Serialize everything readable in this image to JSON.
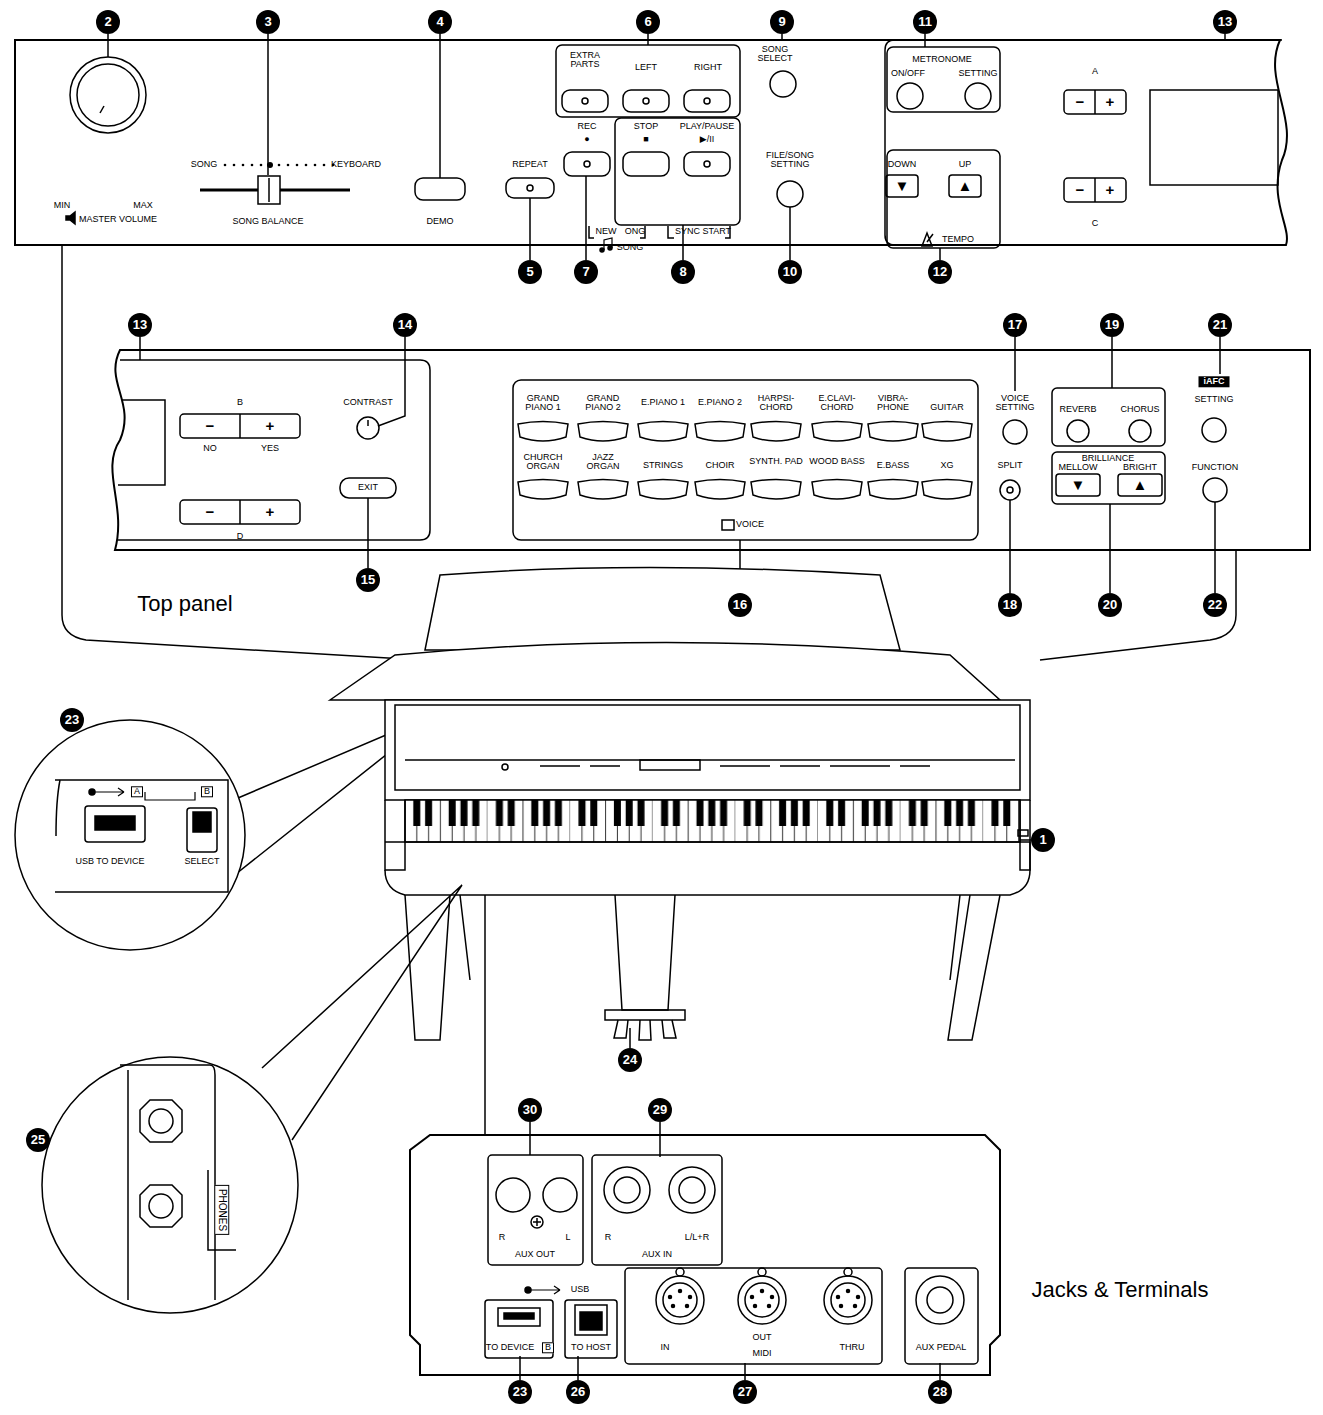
{
  "diagram": {
    "labels": [
      "2",
      "3",
      "4",
      "6",
      "9",
      "11",
      "13",
      "EXTRA PARTS",
      "LEFT",
      "RIGHT",
      "SONG SELECT",
      "METRONOME",
      "ON/OFF",
      "SETTING",
      "A",
      "−",
      "+",
      "−",
      "+",
      "C",
      "SONG",
      "KEYBOARD",
      "MIN",
      "MAX",
      "MASTER VOLUME",
      "SONG BALANCE",
      "DEMO",
      "REPEAT",
      "REC",
      "●",
      "STOP",
      "■",
      "PLAY/PAUSE",
      "▶/II",
      "FILE/SONG SETTING",
      "NEW",
      "SONG",
      "ONG",
      "SYNC START",
      "DOWN",
      "UP",
      "▼",
      "▲",
      "TEMPO",
      "5",
      "7",
      "8",
      "10",
      "12",
      "13",
      "14",
      "17",
      "19",
      "21",
      "B",
      "−",
      "+",
      "NO",
      "YES",
      "−",
      "+",
      "D",
      "CONTRAST",
      "EXIT",
      "GRAND PIANO 1",
      "GRAND PIANO 2",
      "E.PIANO 1",
      "E.PIANO 2",
      "HARPSI-CHORD",
      "E.CLAVI-CHORD",
      "VIBRA-PHONE",
      "GUITAR",
      "CHURCH ORGAN",
      "JAZZ ORGAN",
      "STRINGS",
      "CHOIR",
      "SYNTH. PAD",
      "WOOD BASS",
      "E.BASS",
      "XG",
      "VOICE",
      "VOICE SETTING",
      "SPLIT",
      "REVERB",
      "CHORUS",
      "BRILLIANCE",
      "MELLOW",
      "BRIGHT",
      "▼",
      "▲",
      "iAFC",
      "SETTING",
      "FUNCTION",
      "15",
      "16",
      "18",
      "20",
      "22",
      "Top panel",
      "1",
      "23",
      "A",
      "B",
      "SELECT",
      "USB TO DEVICE",
      "24",
      "25",
      "PHONES",
      "30",
      "29",
      "R",
      "L",
      "AUX OUT",
      "R",
      "L/L+R",
      "AUX IN",
      "USB",
      "TO DEVICE",
      "B",
      "TO HOST",
      "IN",
      "OUT",
      "MIDI",
      "THRU",
      "AUX PEDAL",
      "Jacks & Terminals",
      "23",
      "26",
      "27",
      "28"
    ]
  }
}
